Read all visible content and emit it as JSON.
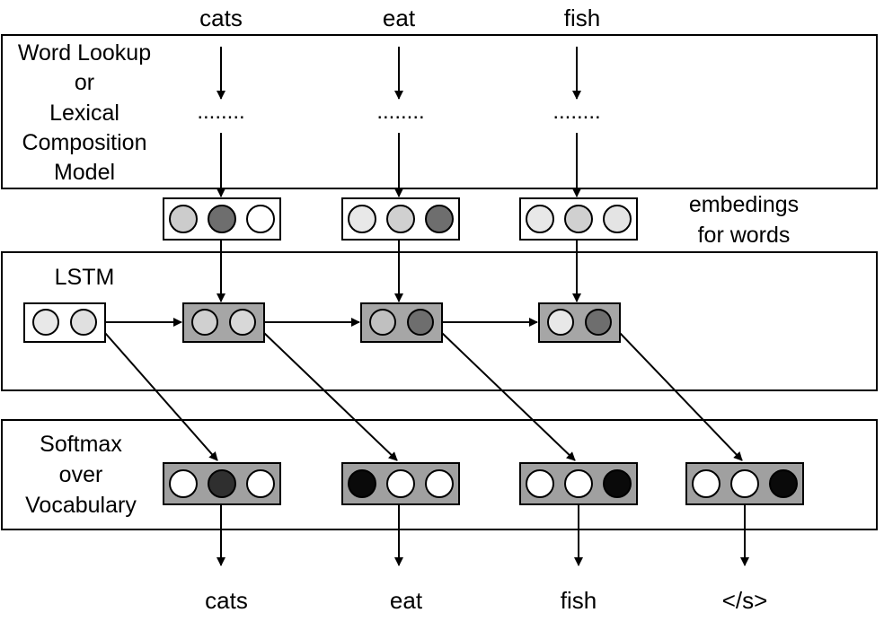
{
  "input_words": [
    "cats",
    "eat",
    "fish"
  ],
  "output_words": [
    "cats",
    "eat",
    "fish",
    "</s>"
  ],
  "lookup_box": {
    "label_lines": [
      "Word Lookup",
      "or",
      "Lexical",
      "Composition",
      "Model"
    ]
  },
  "ellipsis": "........",
  "embeddings_label": [
    "embedings",
    "for words"
  ],
  "lstm_box": {
    "label": "LSTM"
  },
  "softmax_box": {
    "label_lines": [
      "Softmax",
      "over",
      "Vocabulary"
    ]
  },
  "colors": {
    "stroke": "#000000",
    "box_fill": "#ffffff",
    "lstm_cell_fill": "#a6a6a6",
    "softmax_cell_fill": "#a0a0a0",
    "circle_white": "#ffffff",
    "circle_very_light": "#e8e8e8",
    "circle_light": "#cccccc",
    "circle_mid": "#6e6e6e",
    "circle_dark": "#2f2f2f",
    "circle_black": "#0a0a0a"
  },
  "embedding_cells": [
    [
      "#cccccc",
      "#6e6e6e",
      "#ffffff"
    ],
    [
      "#e8e8e8",
      "#d0d0d0",
      "#6e6e6e"
    ],
    [
      "#e8e8e8",
      "#d0d0d0",
      "#e4e4e4"
    ]
  ],
  "lstm_initial_cell": [
    "#e8e8e8",
    "#e0e0e0"
  ],
  "lstm_cells": [
    [
      "#d0d0d0",
      "#d8d8d8"
    ],
    [
      "#c0c0c0",
      "#6e6e6e"
    ],
    [
      "#e8e8e8",
      "#6e6e6e"
    ]
  ],
  "softmax_cells": [
    [
      "#ffffff",
      "#2f2f2f",
      "#ffffff"
    ],
    [
      "#0a0a0a",
      "#ffffff",
      "#ffffff"
    ],
    [
      "#ffffff",
      "#ffffff",
      "#0a0a0a"
    ],
    [
      "#ffffff",
      "#ffffff",
      "#0a0a0a"
    ]
  ]
}
